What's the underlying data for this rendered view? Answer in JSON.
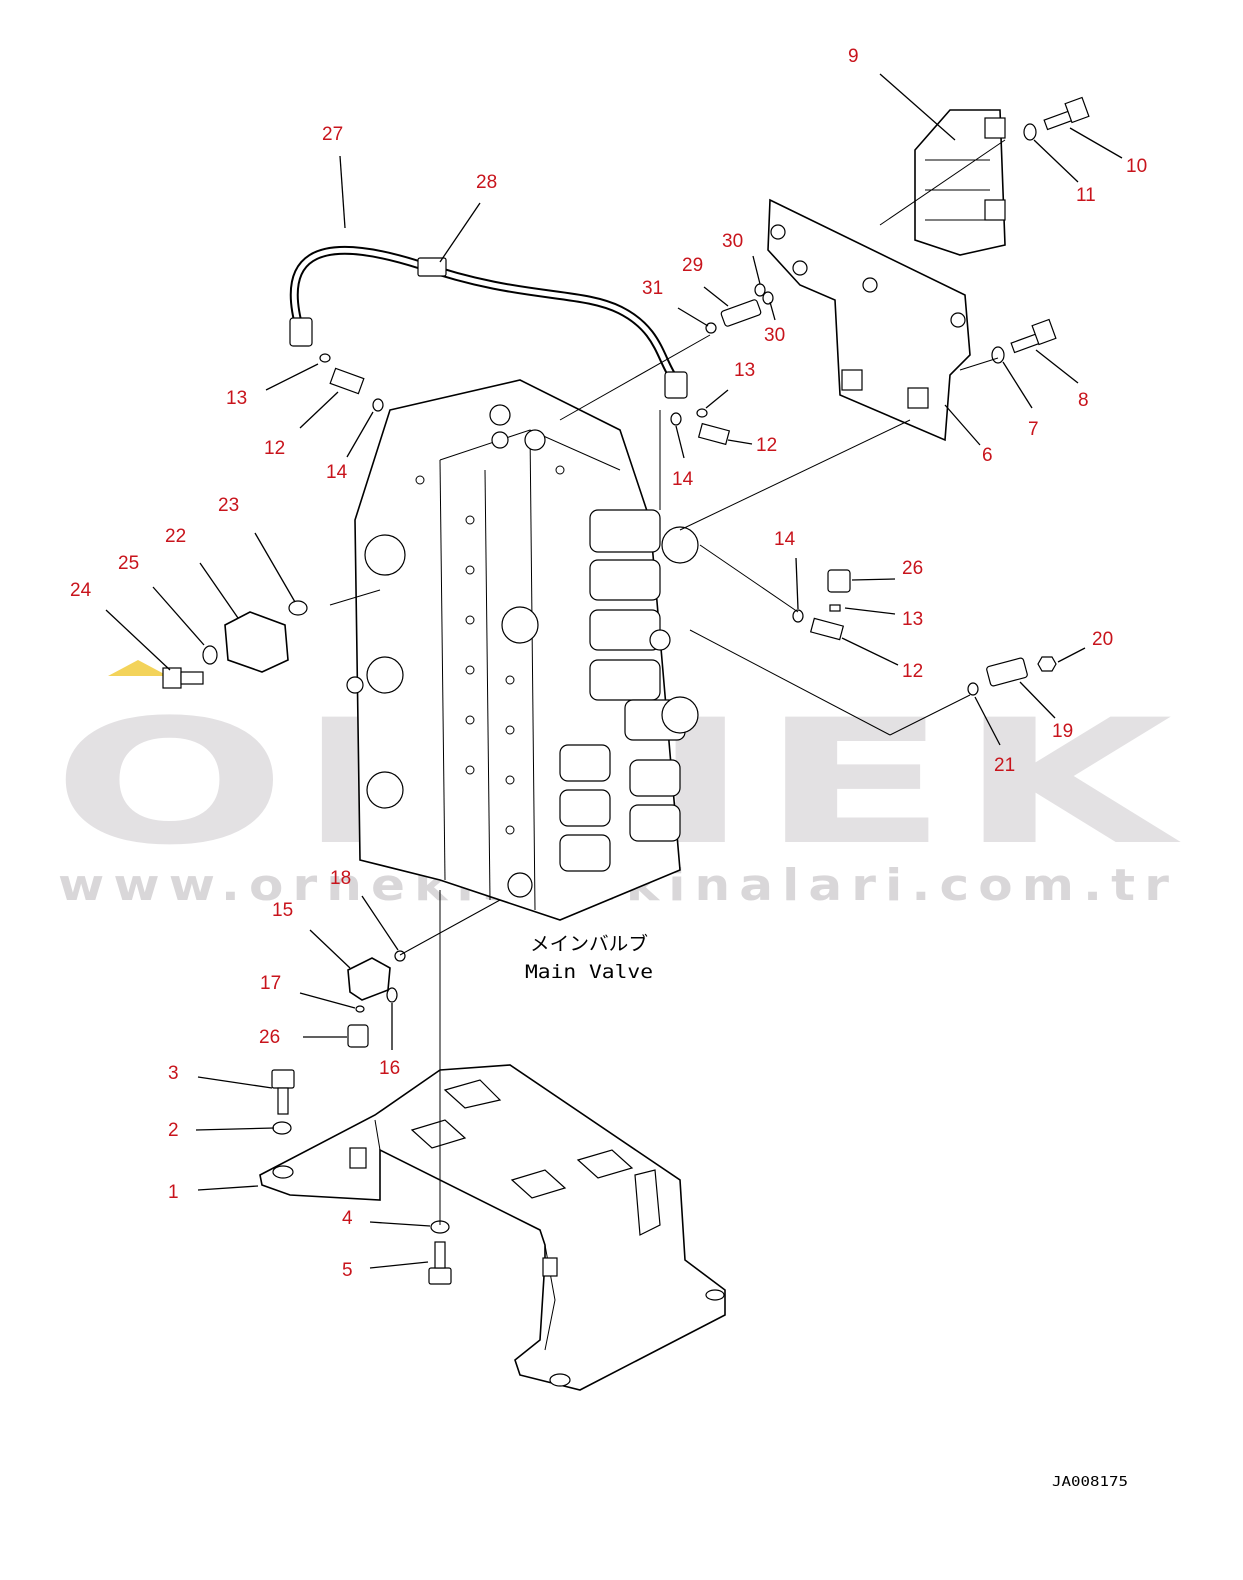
{
  "watermark": {
    "brand": "ORNEK",
    "url": "www.ornekismakinalari.com.tr",
    "accent_color": "#f3d35a"
  },
  "main_label": {
    "japanese": "メインバルブ",
    "english": "Main Valve"
  },
  "drawing_code": "JA008175",
  "callouts": [
    "1",
    "2",
    "3",
    "4",
    "5",
    "6",
    "7",
    "8",
    "9",
    "10",
    "11",
    "12",
    "12",
    "12",
    "12",
    "13",
    "13",
    "13",
    "13",
    "14",
    "14",
    "14",
    "14",
    "15",
    "16",
    "17",
    "18",
    "19",
    "20",
    "21",
    "22",
    "23",
    "24",
    "25",
    "26",
    "26",
    "27",
    "28",
    "29",
    "30",
    "30",
    "31"
  ],
  "colors": {
    "callout": "#c8141c",
    "line": "#000000",
    "watermark": "#e3e1e3"
  }
}
